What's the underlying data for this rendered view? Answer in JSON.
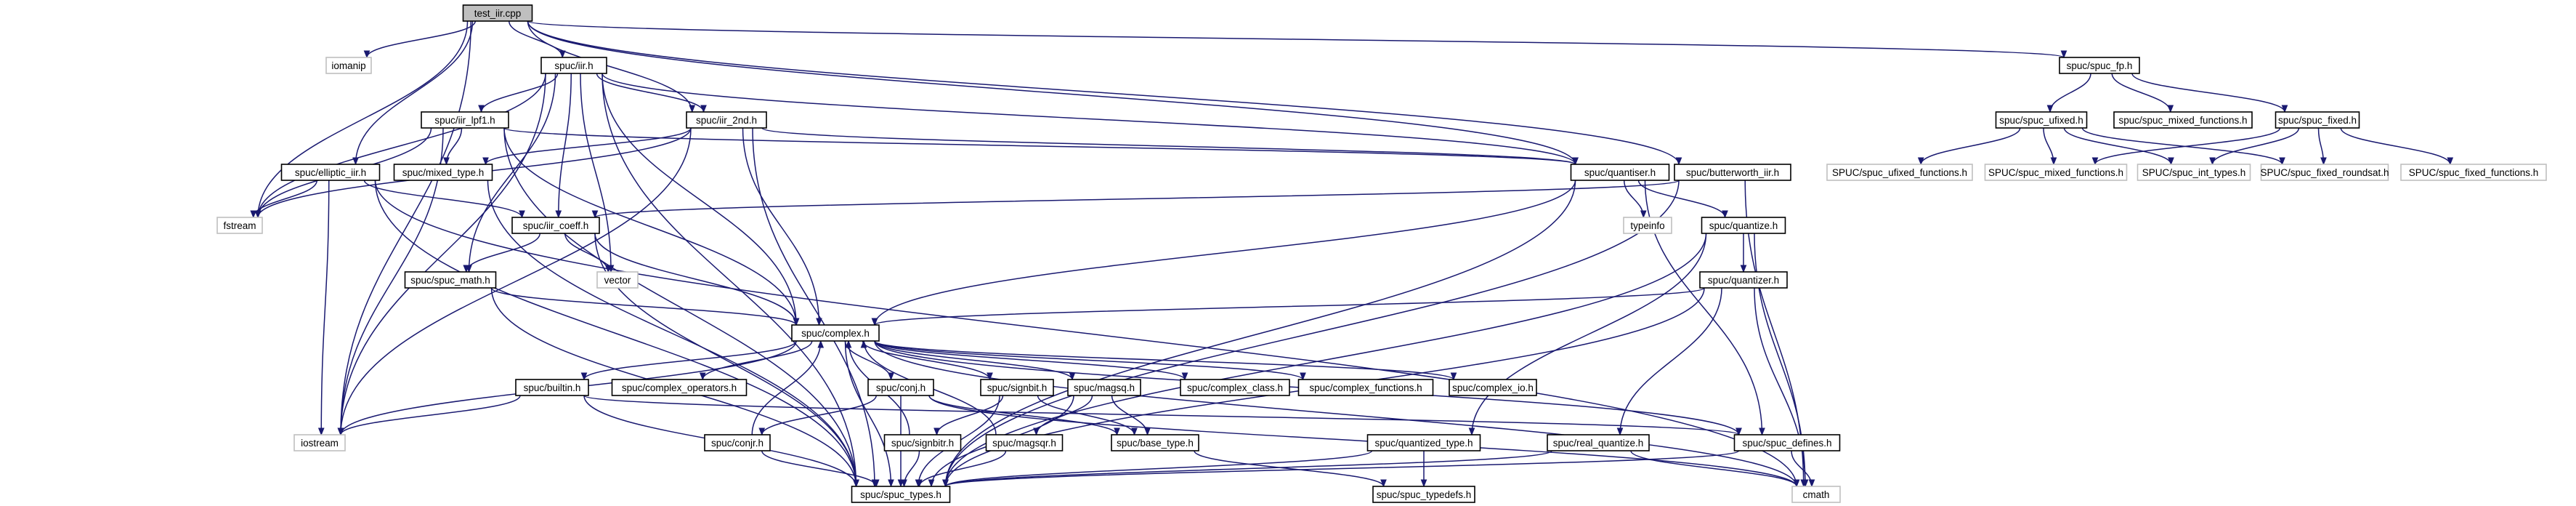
{
  "graph": {
    "colors": {
      "edge": "#191970",
      "root_fill": "#bfbfbf",
      "node_border": "#000000",
      "external_border": "#bfbfbf"
    },
    "nodes": [
      {
        "id": "test_iir",
        "label": "test_iir.cpp",
        "kind": "root"
      },
      {
        "id": "iomanip",
        "label": "iomanip",
        "kind": "external"
      },
      {
        "id": "iir_h",
        "label": "spuc/iir.h",
        "kind": "file"
      },
      {
        "id": "iir_lpf1",
        "label": "spuc/iir_lpf1.h",
        "kind": "file"
      },
      {
        "id": "iir_2nd",
        "label": "spuc/iir_2nd.h",
        "kind": "file"
      },
      {
        "id": "elliptic_iir",
        "label": "spuc/elliptic_iir.h",
        "kind": "file"
      },
      {
        "id": "mixed_type",
        "label": "spuc/mixed_type.h",
        "kind": "file"
      },
      {
        "id": "quantiser",
        "label": "spuc/quantiser.h",
        "kind": "file"
      },
      {
        "id": "butterworth_iir",
        "label": "spuc/butterworth_iir.h",
        "kind": "file"
      },
      {
        "id": "fstream",
        "label": "fstream",
        "kind": "external"
      },
      {
        "id": "iir_coeff",
        "label": "spuc/iir_coeff.h",
        "kind": "file"
      },
      {
        "id": "typeinfo",
        "label": "typeinfo",
        "kind": "external"
      },
      {
        "id": "quantize",
        "label": "spuc/quantize.h",
        "kind": "file"
      },
      {
        "id": "vector",
        "label": "vector",
        "kind": "external"
      },
      {
        "id": "spuc_math",
        "label": "spuc/spuc_math.h",
        "kind": "file"
      },
      {
        "id": "quantizer",
        "label": "spuc/quantizer.h",
        "kind": "file"
      },
      {
        "id": "complex",
        "label": "spuc/complex.h",
        "kind": "file"
      },
      {
        "id": "builtin",
        "label": "spuc/builtin.h",
        "kind": "file"
      },
      {
        "id": "complex_operators",
        "label": "spuc/complex_operators.h",
        "kind": "file"
      },
      {
        "id": "conj",
        "label": "spuc/conj.h",
        "kind": "file"
      },
      {
        "id": "signbit",
        "label": "spuc/signbit.h",
        "kind": "file"
      },
      {
        "id": "magsq",
        "label": "spuc/magsq.h",
        "kind": "file"
      },
      {
        "id": "complex_class",
        "label": "spuc/complex_class.h",
        "kind": "file"
      },
      {
        "id": "complex_functions",
        "label": "spuc/complex_functions.h",
        "kind": "file"
      },
      {
        "id": "complex_io",
        "label": "spuc/complex_io.h",
        "kind": "file"
      },
      {
        "id": "iostream",
        "label": "iostream",
        "kind": "external"
      },
      {
        "id": "conjr",
        "label": "spuc/conjr.h",
        "kind": "file"
      },
      {
        "id": "signbitr",
        "label": "spuc/signbitr.h",
        "kind": "file"
      },
      {
        "id": "magsqr",
        "label": "spuc/magsqr.h",
        "kind": "file"
      },
      {
        "id": "base_type",
        "label": "spuc/base_type.h",
        "kind": "file"
      },
      {
        "id": "spuc_defines",
        "label": "spuc/spuc_defines.h",
        "kind": "file"
      },
      {
        "id": "quantized_type",
        "label": "spuc/quantized_type.h",
        "kind": "file"
      },
      {
        "id": "real_quantize",
        "label": "spuc/real_quantize.h",
        "kind": "file"
      },
      {
        "id": "spuc_types",
        "label": "spuc/spuc_types.h",
        "kind": "file"
      },
      {
        "id": "spuc_typedefs",
        "label": "spuc/spuc_typedefs.h",
        "kind": "file"
      },
      {
        "id": "cmath",
        "label": "cmath",
        "kind": "external"
      },
      {
        "id": "spuc_fp",
        "label": "spuc/spuc_fp.h",
        "kind": "file"
      },
      {
        "id": "spuc_ufixed",
        "label": "spuc/spuc_ufixed.h",
        "kind": "file"
      },
      {
        "id": "spuc_mixed_functions_top",
        "label": "spuc/spuc_mixed_functions.h",
        "kind": "file"
      },
      {
        "id": "spuc_fixed",
        "label": "spuc/spuc_fixed.h",
        "kind": "file"
      },
      {
        "id": "SPUC_ufixed_functions",
        "label": "SPUC/spuc_ufixed_functions.h",
        "kind": "external"
      },
      {
        "id": "SPUC_mixed_functions",
        "label": "SPUC/spuc_mixed_functions.h",
        "kind": "external"
      },
      {
        "id": "SPUC_int_types",
        "label": "SPUC/spuc_int_types.h",
        "kind": "external"
      },
      {
        "id": "SPUC_fixed_roundsat",
        "label": "SPUC/spuc_fixed_roundsat.h",
        "kind": "external"
      },
      {
        "id": "SPUC_fixed_functions",
        "label": "SPUC/spuc_fixed_functions.h",
        "kind": "external"
      }
    ],
    "edges": [
      [
        "test_iir",
        "iomanip"
      ],
      [
        "test_iir",
        "iir_h"
      ],
      [
        "test_iir",
        "elliptic_iir"
      ],
      [
        "test_iir",
        "fstream"
      ],
      [
        "test_iir",
        "iostream"
      ],
      [
        "test_iir",
        "iir_2nd"
      ],
      [
        "test_iir",
        "quantiser"
      ],
      [
        "test_iir",
        "butterworth_iir"
      ],
      [
        "test_iir",
        "spuc_fp"
      ],
      [
        "iir_h",
        "iir_lpf1"
      ],
      [
        "iir_h",
        "iir_2nd"
      ],
      [
        "iir_h",
        "quantiser"
      ],
      [
        "iir_h",
        "iir_coeff"
      ],
      [
        "iir_h",
        "vector"
      ],
      [
        "iir_h",
        "spuc_math"
      ],
      [
        "iir_h",
        "complex"
      ],
      [
        "iir_h",
        "fstream"
      ],
      [
        "iir_h",
        "iostream"
      ],
      [
        "iir_h",
        "spuc_types"
      ],
      [
        "iir_lpf1",
        "mixed_type"
      ],
      [
        "iir_lpf1",
        "quantiser"
      ],
      [
        "iir_lpf1",
        "complex"
      ],
      [
        "iir_lpf1",
        "fstream"
      ],
      [
        "iir_lpf1",
        "iostream"
      ],
      [
        "iir_lpf1",
        "spuc_types"
      ],
      [
        "iir_2nd",
        "mixed_type"
      ],
      [
        "iir_2nd",
        "quantiser"
      ],
      [
        "iir_2nd",
        "complex"
      ],
      [
        "iir_2nd",
        "fstream"
      ],
      [
        "iir_2nd",
        "iostream"
      ],
      [
        "iir_2nd",
        "spuc_types"
      ],
      [
        "elliptic_iir",
        "iir_coeff"
      ],
      [
        "elliptic_iir",
        "fstream"
      ],
      [
        "elliptic_iir",
        "iostream"
      ],
      [
        "elliptic_iir",
        "spuc_types"
      ],
      [
        "elliptic_iir",
        "cmath"
      ],
      [
        "butterworth_iir",
        "iir_coeff"
      ],
      [
        "butterworth_iir",
        "spuc_types"
      ],
      [
        "butterworth_iir",
        "cmath"
      ],
      [
        "mixed_type",
        "spuc_types"
      ],
      [
        "quantiser",
        "typeinfo"
      ],
      [
        "quantiser",
        "quantize"
      ],
      [
        "quantiser",
        "complex"
      ],
      [
        "quantiser",
        "spuc_types"
      ],
      [
        "quantiser",
        "spuc_defines"
      ],
      [
        "iir_coeff",
        "vector"
      ],
      [
        "iir_coeff",
        "spuc_math"
      ],
      [
        "iir_coeff",
        "complex"
      ],
      [
        "iir_coeff",
        "spuc_types"
      ],
      [
        "spuc_math",
        "complex"
      ],
      [
        "spuc_math",
        "spuc_types"
      ],
      [
        "quantize",
        "quantizer"
      ],
      [
        "quantize",
        "spuc_types"
      ],
      [
        "quantize",
        "quantized_type"
      ],
      [
        "quantize",
        "cmath"
      ],
      [
        "quantizer",
        "complex"
      ],
      [
        "quantizer",
        "spuc_types"
      ],
      [
        "quantizer",
        "real_quantize"
      ],
      [
        "quantizer",
        "cmath"
      ],
      [
        "complex",
        "builtin"
      ],
      [
        "complex",
        "complex_operators"
      ],
      [
        "complex",
        "conj"
      ],
      [
        "complex",
        "signbit"
      ],
      [
        "complex",
        "magsq"
      ],
      [
        "complex",
        "complex_class"
      ],
      [
        "complex",
        "complex_functions"
      ],
      [
        "complex",
        "complex_io"
      ],
      [
        "complex",
        "iostream"
      ],
      [
        "complex",
        "spuc_defines"
      ],
      [
        "complex",
        "cmath"
      ],
      [
        "complex",
        "spuc_types"
      ],
      [
        "builtin",
        "iostream"
      ],
      [
        "builtin",
        "spuc_types"
      ],
      [
        "builtin",
        "spuc_defines"
      ],
      [
        "conj",
        "conjr"
      ],
      [
        "conj",
        "base_type"
      ],
      [
        "conj",
        "spuc_types"
      ],
      [
        "conj",
        "cmath"
      ],
      [
        "signbit",
        "signbitr"
      ],
      [
        "signbit",
        "base_type"
      ],
      [
        "signbit",
        "spuc_types"
      ],
      [
        "magsq",
        "magsqr"
      ],
      [
        "magsq",
        "base_type"
      ],
      [
        "magsq",
        "spuc_types"
      ],
      [
        "conjr",
        "complex"
      ],
      [
        "conjr",
        "spuc_types"
      ],
      [
        "signbitr",
        "complex"
      ],
      [
        "signbitr",
        "spuc_types"
      ],
      [
        "magsqr",
        "complex"
      ],
      [
        "magsqr",
        "spuc_types"
      ],
      [
        "base_type",
        "spuc_typedefs"
      ],
      [
        "spuc_defines",
        "cmath"
      ],
      [
        "spuc_defines",
        "spuc_types"
      ],
      [
        "quantized_type",
        "spuc_types"
      ],
      [
        "quantized_type",
        "spuc_typedefs"
      ],
      [
        "real_quantize",
        "spuc_types"
      ],
      [
        "real_quantize",
        "cmath"
      ],
      [
        "spuc_fp",
        "spuc_ufixed"
      ],
      [
        "spuc_fp",
        "spuc_mixed_functions_top"
      ],
      [
        "spuc_fp",
        "spuc_fixed"
      ],
      [
        "spuc_ufixed",
        "SPUC_ufixed_functions"
      ],
      [
        "spuc_ufixed",
        "SPUC_mixed_functions"
      ],
      [
        "spuc_ufixed",
        "SPUC_int_types"
      ],
      [
        "spuc_ufixed",
        "SPUC_fixed_roundsat"
      ],
      [
        "spuc_fixed",
        "SPUC_mixed_functions"
      ],
      [
        "spuc_fixed",
        "SPUC_int_types"
      ],
      [
        "spuc_fixed",
        "SPUC_fixed_roundsat"
      ],
      [
        "spuc_fixed",
        "SPUC_fixed_functions"
      ]
    ]
  }
}
